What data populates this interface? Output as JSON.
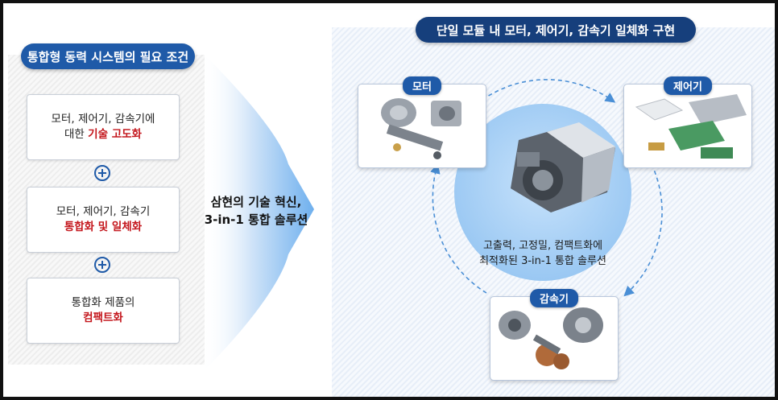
{
  "left": {
    "title": "통합형 동력 시스템의 필요 조건",
    "req1": {
      "line1": "모터, 제어기, 감속기에",
      "line2_plain": "대한 ",
      "line2_hl": "기술 고도화"
    },
    "req2": {
      "line1": "모터, 제어기, 감속기",
      "line2_hl": "통합화 및 일체화"
    },
    "req3": {
      "line1": "통합화 제품의",
      "line2_hl": "컴팩트화"
    }
  },
  "arrow": {
    "line1": "삼현의 기술 혁신,",
    "line2": "3-in-1 통합 솔루션"
  },
  "right": {
    "title": "단일 모듈 내 모터, 제어기, 감속기 일체화 구현",
    "motor_label": "모터",
    "controller_label": "제어기",
    "reducer_label": "감속기",
    "center_line1": "고출력, 고정밀, 컴팩트화에",
    "center_line2": "최적화된 3-in-1 통합 솔루션"
  },
  "colors": {
    "blue": "#1f5aa8",
    "dark_blue": "#163f7c",
    "red": "#c4161c"
  }
}
